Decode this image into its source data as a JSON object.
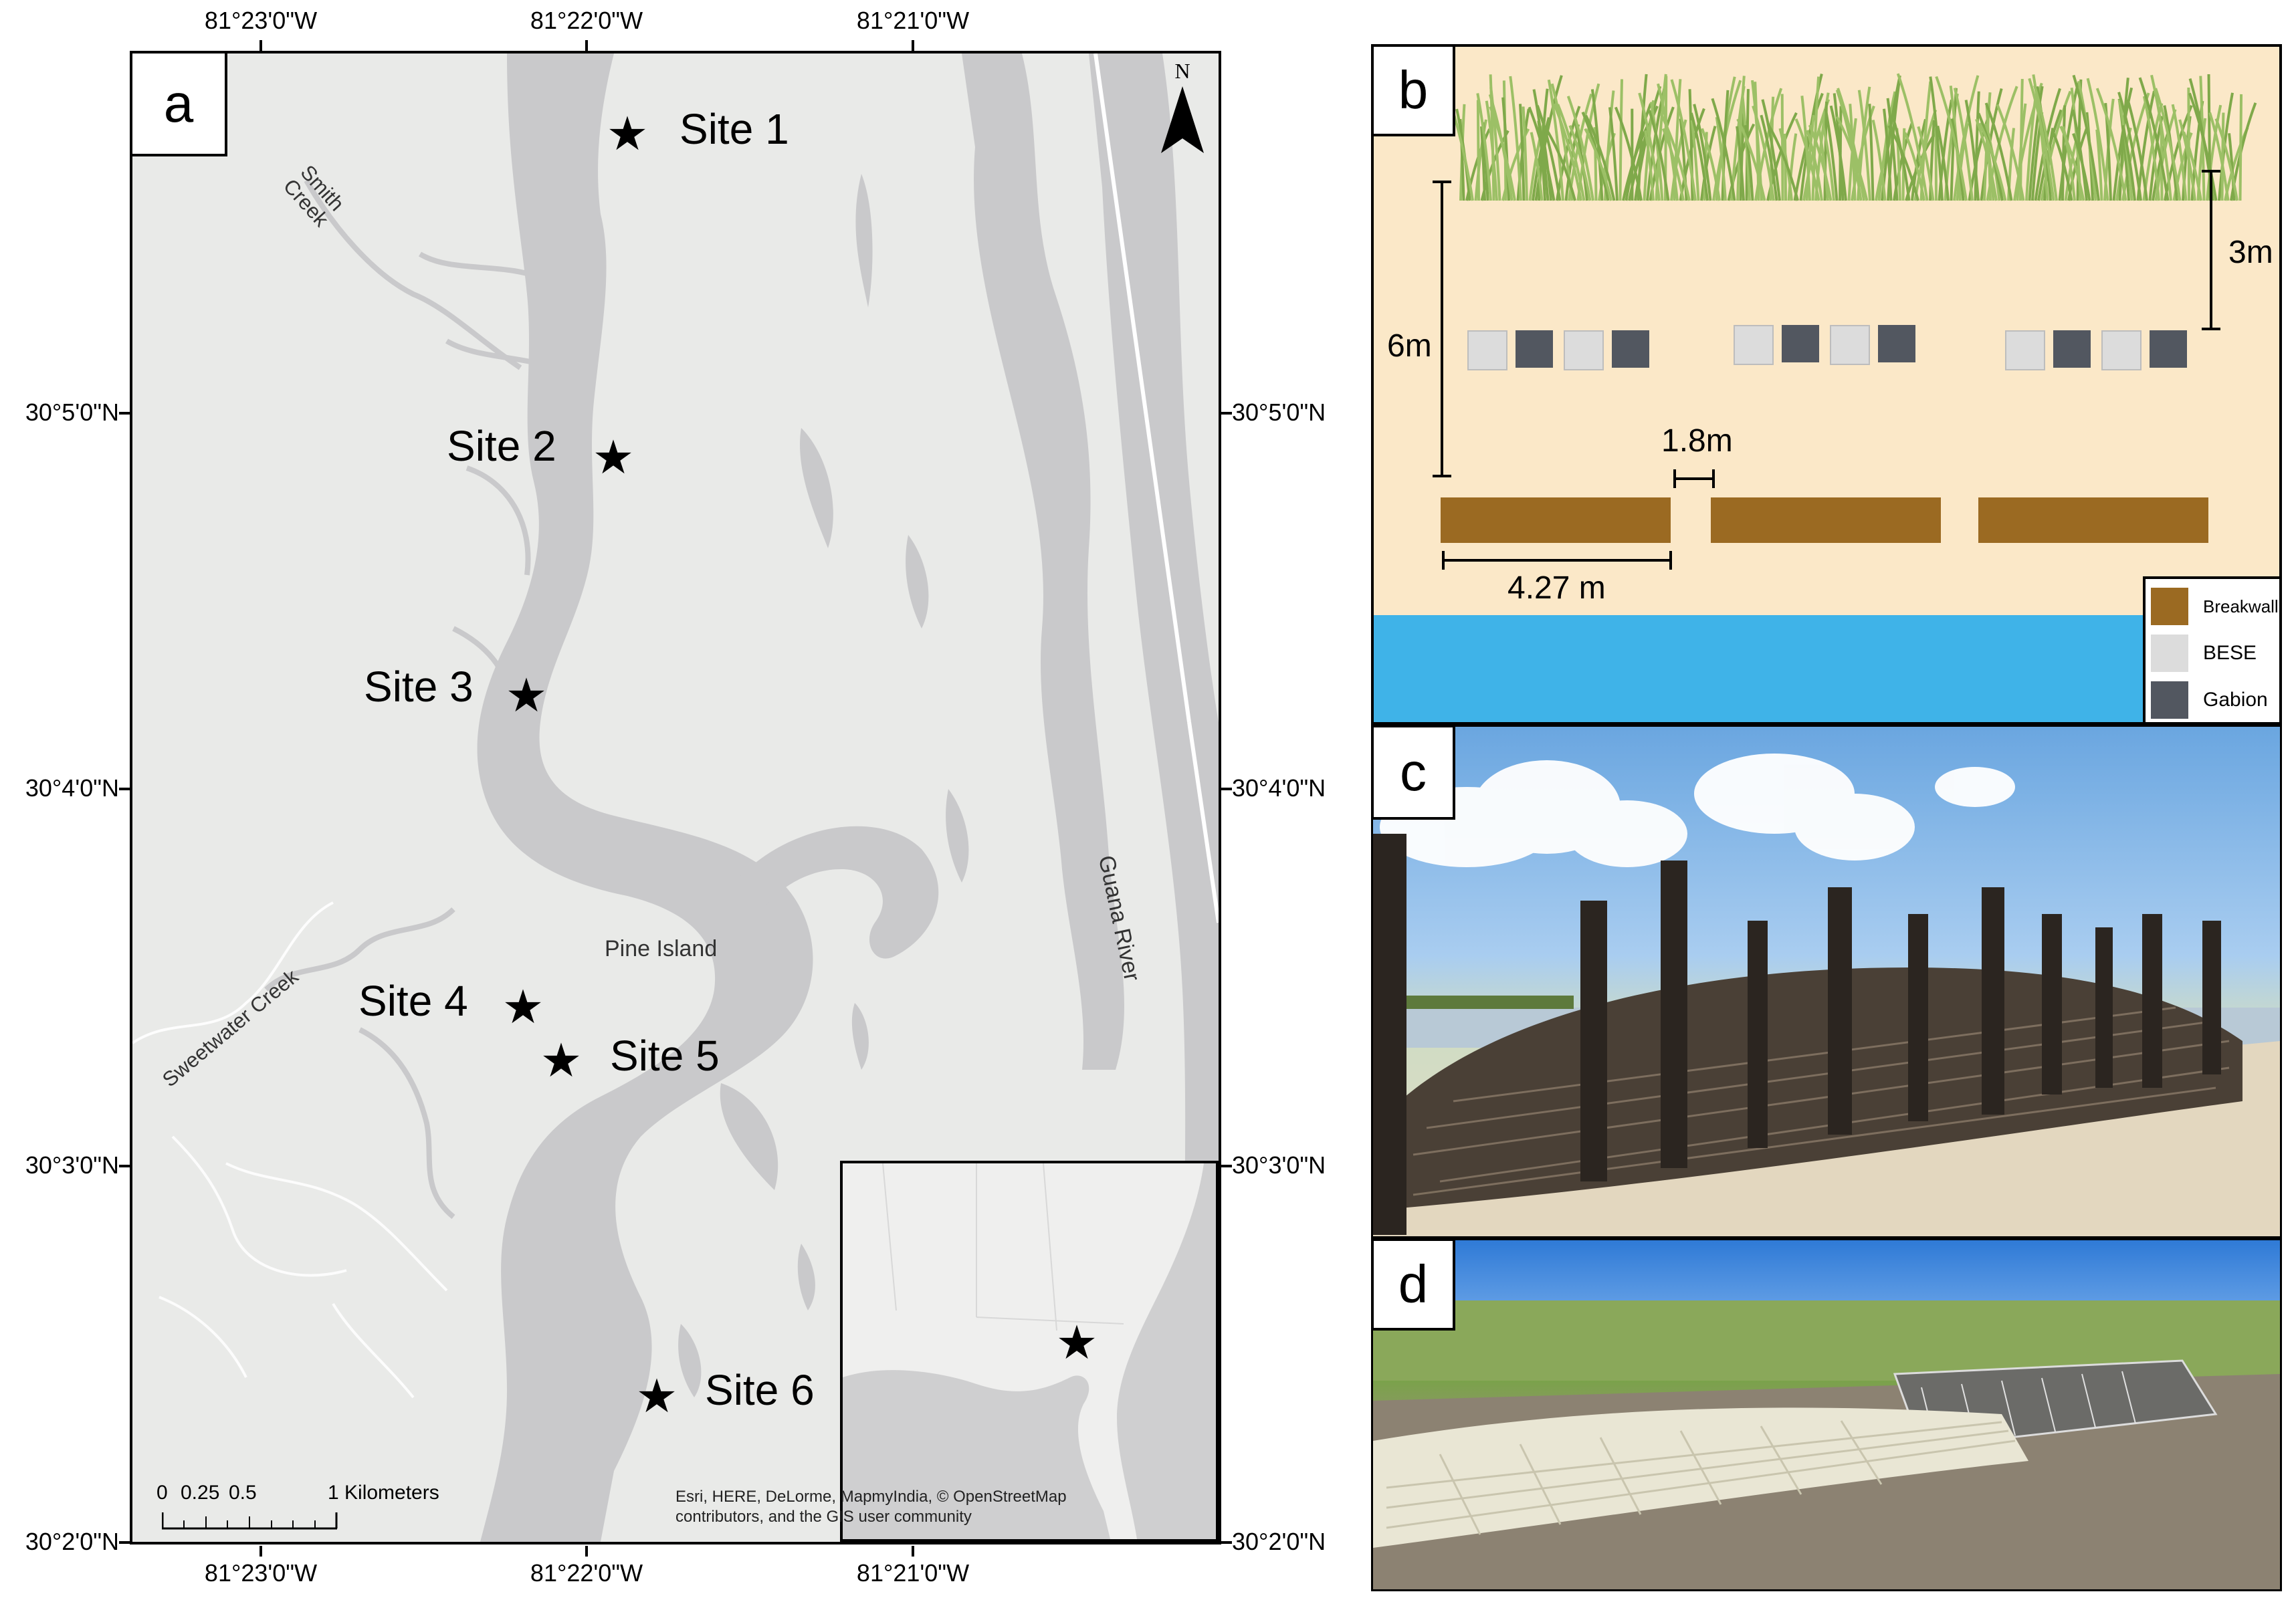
{
  "panel_a": {
    "label": "a",
    "top_ticks": [
      "81°23'0\"W",
      "81°22'0\"W",
      "81°21'0\"W"
    ],
    "bottom_ticks": [
      "81°23'0\"W",
      "81°22'0\"W",
      "81°21'0\"W"
    ],
    "left_ticks": [
      "30°5'0\"N",
      "30°4'0\"N",
      "30°3'0\"N",
      "30°2'0\"N"
    ],
    "right_ticks": [
      "30°5'0\"N",
      "30°4'0\"N",
      "30°3'0\"N",
      "30°2'0\"N"
    ],
    "sites": [
      "Site 1",
      "Site 2",
      "Site 3",
      "Site 4",
      "Site 5",
      "Site 6"
    ],
    "star_glyph": "★",
    "water_labels": {
      "smith": "Smith\nCreek",
      "sweetwater": "Sweetwater Creek",
      "pine_island": "Pine Island",
      "guana": "Guana River"
    },
    "north_label": "N",
    "scale_bar": {
      "zero": "0",
      "quarter": "0.25",
      "half": "0.5",
      "one": "1 Kilometers"
    },
    "attribution": "Esri, HERE, DeLorme, MapmyIndia, © OpenStreetMap contributors, and the GIS user community",
    "colors": {
      "water": "#c9c9cb",
      "land": "#e9eae8",
      "inset_land": "#efefee",
      "inset_water": "#cfcfd0"
    }
  },
  "panel_b": {
    "label": "b",
    "dim_6m": "6m",
    "dim_3m": "3m",
    "dim_1_8m": "1.8m",
    "dim_4_27m": "4.27 m",
    "legend": [
      {
        "name": "Breakwall",
        "color": "#9b6a22"
      },
      {
        "name": "BESE",
        "color": "#dcdcdc"
      },
      {
        "name": "Gabion",
        "color": "#525760"
      }
    ],
    "colors": {
      "sand": "#fbe8c8",
      "water": "#3fb3e8",
      "grass": "#7fa94a"
    }
  },
  "panel_c": {
    "label": "c"
  },
  "panel_d": {
    "label": "d"
  }
}
